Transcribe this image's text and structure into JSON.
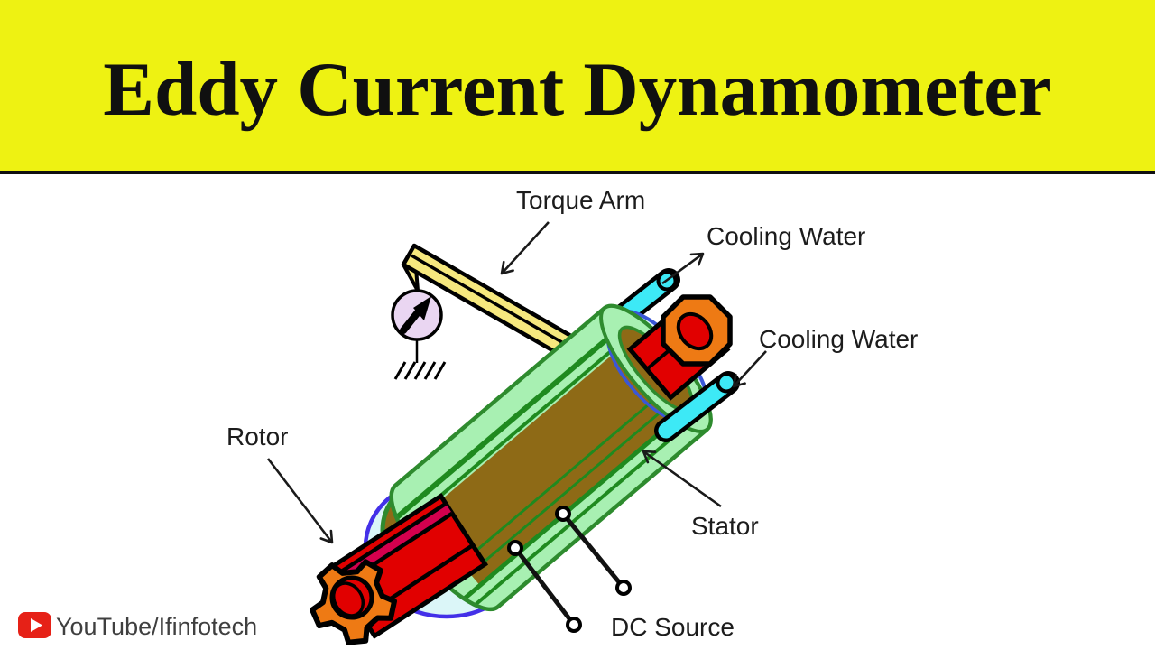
{
  "banner": {
    "title": "Eddy Current Dynamometer"
  },
  "labels": {
    "torque_arm": "Torque Arm",
    "cooling_water_outlet": "Cooling Water",
    "cooling_water_inlet": "Cooling Water",
    "rotor": "Rotor",
    "stator": "Stator",
    "dc_source": "DC Source"
  },
  "footer": {
    "channel": "YouTube/Ifinfotech"
  },
  "icons": {
    "play_icon": "youtube-play-icon",
    "gauge_icon": "torque-gauge-dial",
    "ground_icon": "ground-symbol",
    "arrow_icon": "pointer-arrow"
  },
  "colors": {
    "banner_bg": "#EEF212",
    "title_ink": "#101010",
    "separator": "#101010",
    "stator_light": "#A8F0B2",
    "stator_dark": "#2E8B2E",
    "stripe_green": "#1F8A1F",
    "coil_brown": "#8E6A16",
    "rotor_red": "#E10000",
    "rotor_crimson": "#D4004E",
    "part_orange": "#EE7A14",
    "tube_cyan": "#3DE9F6",
    "ring_pale": "#DBF6F8",
    "ring_violet": "#4330E8",
    "bearing_blue": "#3A57D8",
    "gauge_lavender": "#EAD6F2",
    "arm_yellow": "#F6E87E",
    "youtube_red": "#E62117",
    "ink": "#1a1a1a"
  }
}
